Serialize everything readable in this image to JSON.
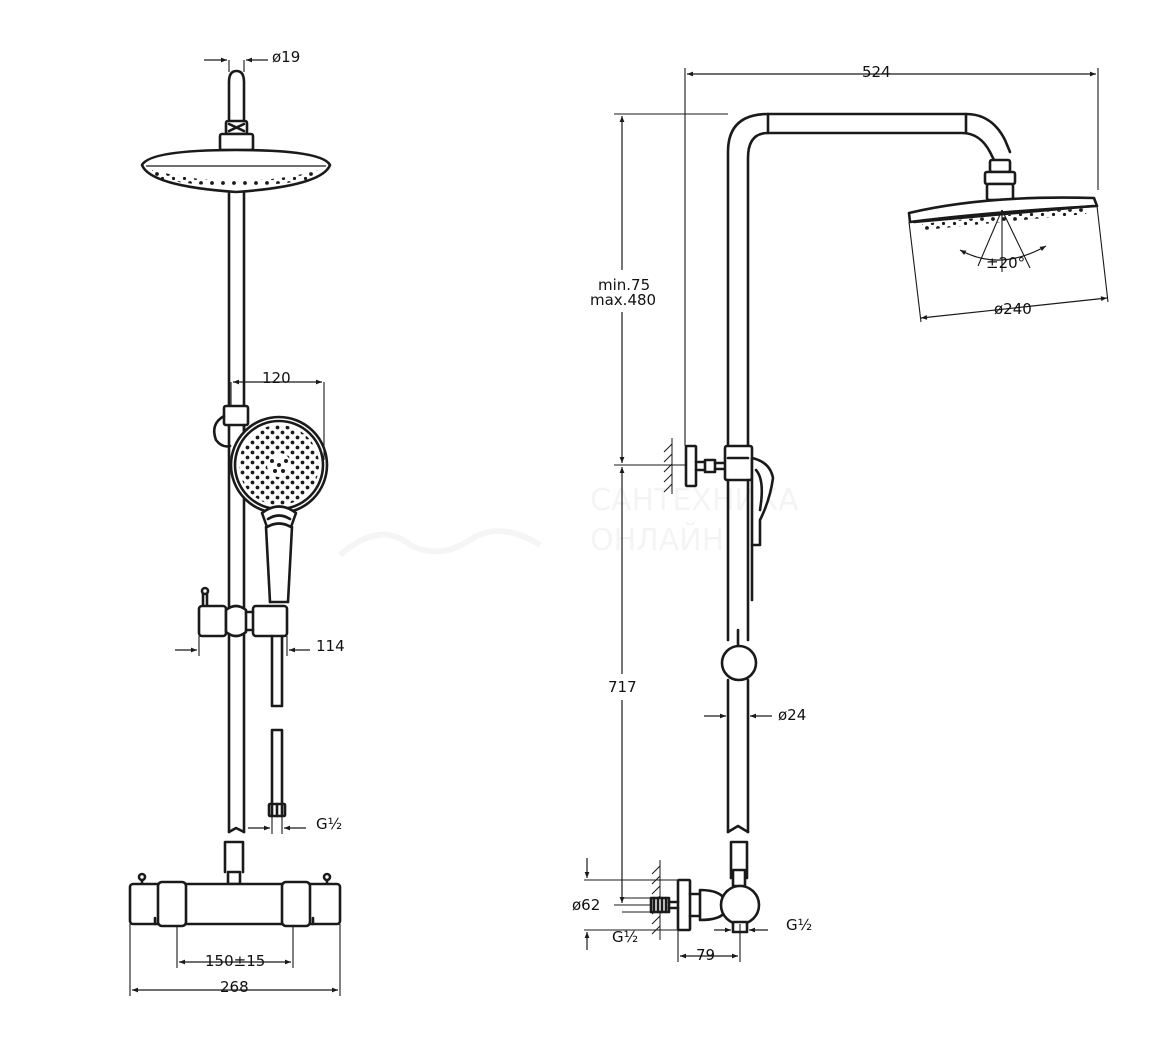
{
  "front_view": {
    "dimensions": {
      "arm_diameter": "ø19",
      "handshower_width": "120",
      "holder_offset": "114",
      "hose_thread": "G½",
      "inlet_spacing": "150±15",
      "mixer_width": "268"
    }
  },
  "side_view": {
    "dimensions": {
      "overhead_reach": "524",
      "height_adjust_line1": "min.75",
      "height_adjust_line2": "max.480",
      "tilt_angle": "±20°",
      "head_diameter": "ø240",
      "riser_diameter": "ø24",
      "riser_height": "717",
      "flange_diameter": "ø62",
      "inlet_thread": "G½",
      "outlet_thread": "G½",
      "wall_distance": "79"
    }
  }
}
